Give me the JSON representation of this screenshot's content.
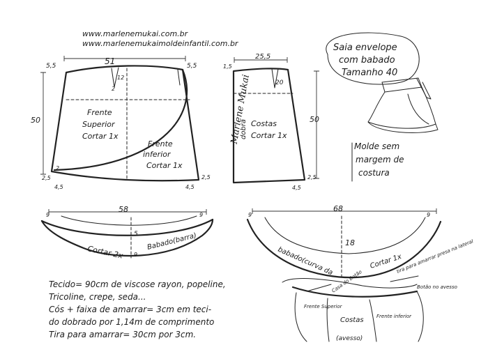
{
  "header": {
    "site_1": "www.marlenemukai.com.br",
    "site_2": "www.marlenemukaimoldeinfantil.com.br"
  },
  "title": {
    "line_1": "Saia envelope",
    "line_2": "com babado",
    "line_3": "Tamanho 40"
  },
  "note": {
    "line_1": "Molde sem",
    "line_2": "margem de",
    "line_3": "costura"
  },
  "signature": "Marlene Mukai",
  "front": {
    "width": "51",
    "height": "50",
    "top_left": "5,5",
    "top_right": "5,5",
    "bottom_left": "2,5",
    "bottom_right": "2,5",
    "hem_left": "4,5",
    "hem_right": "4,5",
    "dart_depth": "12",
    "dart_width": "2",
    "curve_offset": "2",
    "upper_label": [
      "Frente",
      "Superior",
      "Cortar 1x"
    ],
    "lower_label": [
      "Frente",
      "inferior",
      "Cortar 1x"
    ]
  },
  "back": {
    "width": "25,5",
    "height": "50",
    "top_left": "1,5",
    "dart_depth": "20",
    "bottom_right": "2,5",
    "hem_right": "4,5",
    "fold_label": "dobra",
    "label": [
      "Costas",
      "Cortar 1x"
    ]
  },
  "ruffle_1": {
    "width": "58",
    "side_left": "9",
    "side_right": "9",
    "height": "5",
    "band": "9",
    "cut_label": "Cortar 2x",
    "name_label": "Babado(barra)"
  },
  "ruffle_2": {
    "width": "68",
    "side_left": "9",
    "side_right": "9",
    "height": "18",
    "name_label": "babado(curva da",
    "cut_label": "Cortar 1x"
  },
  "materials": {
    "line_1": "Tecido= 90cm de viscose rayon, popeline,",
    "line_2": "Tricoline, crepe, seda...",
    "line_3": "Cós + faixa de amarrar= 3cm em teci-",
    "line_4": "do dobrado por 1,14m de comprimento",
    "line_5": "Tira para amarrar= 30cm por 3cm."
  },
  "assembly": {
    "casa": "Casa do Botão",
    "tira": "tira para amarrar presa na lateral",
    "botao": "Botão no avesso",
    "frente_superior": "Frente Superior",
    "costas": "Costas",
    "avesso": "(avesso)",
    "frente_inferior": "Frente inferior"
  }
}
